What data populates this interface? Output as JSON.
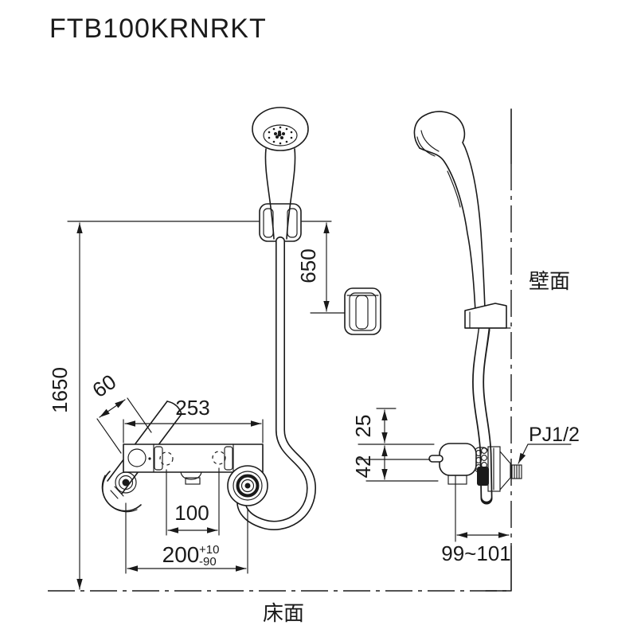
{
  "title": "FTB100KRNRKT",
  "labels": {
    "wall_surface": "壁面",
    "floor_surface": "床面",
    "pipe_thread": "PJ1/2"
  },
  "dimensions": {
    "floor_to_hanger": "1650",
    "hanger_to_hook": "650",
    "handle_length": "60",
    "body_width": "253",
    "inlet_pitch": "100",
    "mount_pitch": "200",
    "mount_pitch_tol_plus": "+10",
    "mount_pitch_tol_minus": "-90",
    "top_offset": "25",
    "center_offset": "42",
    "wall_clearance": "99~101"
  }
}
